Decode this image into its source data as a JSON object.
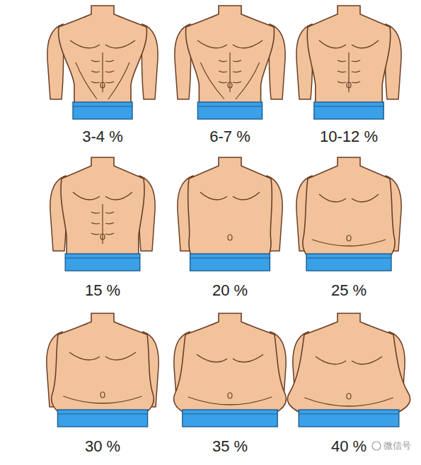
{
  "diagram": {
    "labels": [
      "3-4 %",
      "6-7 %",
      "10-12 %",
      "15 %",
      "20 %",
      "25 %",
      "30 %",
      "35 %",
      "40 %",
      "微信号"
    ]
  }
}
